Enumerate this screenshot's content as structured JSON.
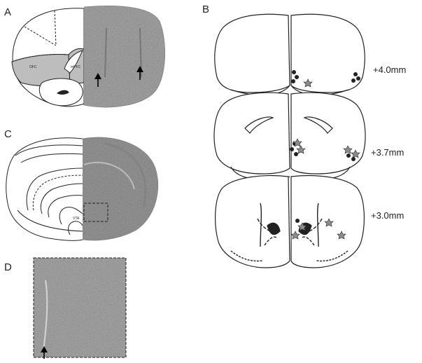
{
  "figure": {
    "panel_letters": [
      "A",
      "B",
      "C",
      "D"
    ],
    "panel_a": {
      "region_labels": [
        "OFC",
        "mPFC"
      ]
    },
    "panel_b": {
      "section_labels": [
        "+4.0mm",
        "+3.7mm",
        "+3.0mm"
      ]
    },
    "panel_c": {
      "region_labels": [
        "VTA"
      ]
    },
    "colors": {
      "lesion_fill": "#bdbdbd",
      "marker_circle": "#222222",
      "marker_star": "#8c8c8c"
    }
  }
}
